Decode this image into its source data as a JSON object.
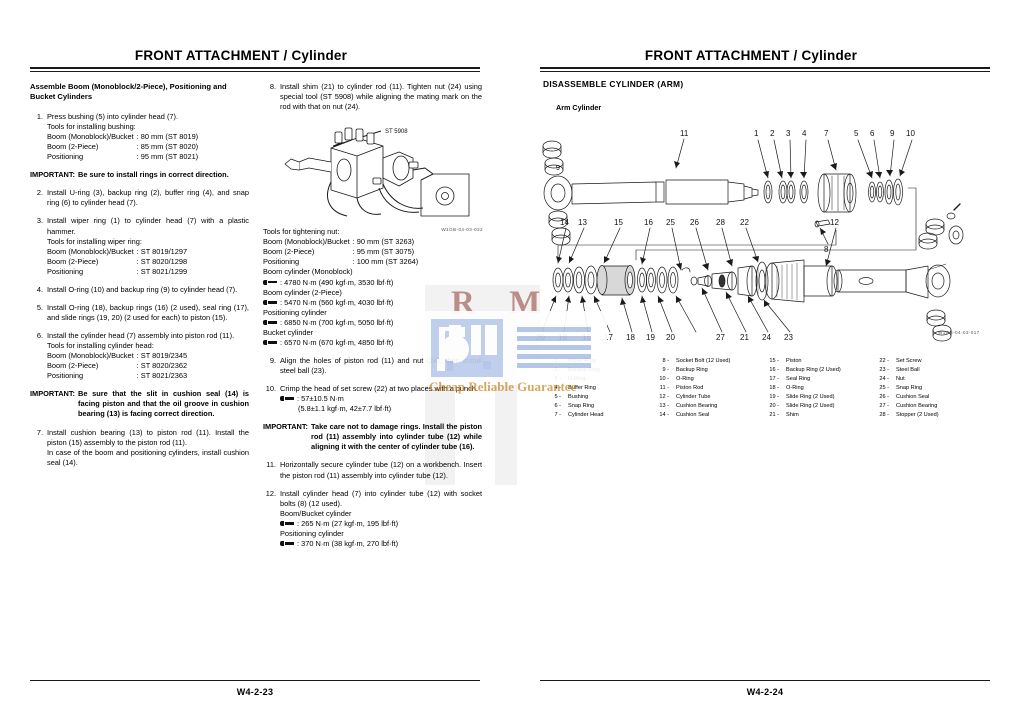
{
  "document": {
    "header_title_bold": "FRONT ATTACHMENT",
    "header_title_sep": " / ",
    "header_title_rest": "Cylinder"
  },
  "left_page": {
    "header": "FRONT ATTACHMENT / Cylinder",
    "page_number": "W4-2-23",
    "section_heading": "Assemble Boom (Monoblock/2-Piece), Positioning and Bucket Cylinders",
    "column1": {
      "step1": {
        "no": "1.",
        "text": "Press bushing (5) into cylinder head (7).",
        "tools_caption": "Tools for installing bushing:",
        "tools": [
          {
            "name": "Boom (Monoblock)/Bucket",
            "value": ": 80 mm (ST 8019)"
          },
          {
            "name": "Boom (2-Piece)",
            "value": ": 85 mm (ST 8020)"
          },
          {
            "name": "Positioning",
            "value": ": 95 mm (ST 8021)"
          }
        ]
      },
      "important1": {
        "label": "IMPORTANT:",
        "text": "Be sure to install rings in correct direction."
      },
      "step2": {
        "no": "2.",
        "text": "Install U-ring (3), backup ring (2), buffer ring (4), and snap ring (6) to cylinder head (7)."
      },
      "step3": {
        "no": "3.",
        "text": "Install wiper ring (1) to cylinder head (7) with a plastic hammer.",
        "tools_caption": "Tools for installing wiper ring:",
        "tools": [
          {
            "name": "Boom (Monoblock)/Bucket",
            "value": ": ST 8019/1297"
          },
          {
            "name": "Boom (2-Piece)",
            "value": ": ST 8020/1298"
          },
          {
            "name": "Positioning",
            "value": ": ST 8021/1299"
          }
        ]
      },
      "step4": {
        "no": "4.",
        "text": "Install O-ring (10) and backup ring (9) to cylinder head (7)."
      },
      "step5": {
        "no": "5.",
        "text": "Install O-ring (18), backup rings (16) (2 used), seal ring (17), and slide rings (19, 20) (2 used for each) to piston (15)."
      },
      "step6": {
        "no": "6.",
        "text": "Install the cylinder head (7) assembly into piston rod (11).",
        "tools_caption": "Tools for installing cylinder head:",
        "tools": [
          {
            "name": "Boom (Monoblock)/Bucket",
            "value": ": ST 8019/2345"
          },
          {
            "name": "Boom (2-Piece)",
            "value": ": ST 8020/2362"
          },
          {
            "name": "Positioning",
            "value": ": ST 8021/2363"
          }
        ]
      },
      "important2": {
        "label": "IMPORTANT:",
        "text": "Be sure that the slit in cushion seal (14) is facing piston and that the oil groove in cushion bearing (13) is facing correct direction."
      },
      "step7": {
        "no": "7.",
        "text": "Install cushion bearing (13) to piston rod (11). Install the piston (15) assembly to the piston rod (11).",
        "text2": "In case of the boom and positioning cylinders, install cushion seal (14)."
      }
    },
    "column2": {
      "step8": {
        "no": "8.",
        "text": "Install shim (21) to cylinder rod (11). Tighten nut (24) using special tool (ST 5908) while aligning the mating mark on the rod with that on nut (24).",
        "figure_callout": "ST 5908",
        "figure_code": "W1GB-04-03-022"
      },
      "tools_caption": "Tools for tightening nut:",
      "tools": [
        {
          "name": "Boom (Monoblock)/Bucket",
          "value": ": 90 mm (ST 3263)"
        },
        {
          "name": "Boom (2-Piece)",
          "value": ": 95 mm (ST 3075)"
        },
        {
          "name": "Positioning",
          "value": ": 100 mm (ST 3264)"
        }
      ],
      "torques": [
        {
          "caption": "Boom cylinder (Monoblock)",
          "value": ": 4780 N·m (490 kgf·m, 3530 lbf·ft)"
        },
        {
          "caption": "Boom cylinder (2-Piece)",
          "value": ": 5470 N·m (560 kgf·m, 4030 lbf·ft)"
        },
        {
          "caption": "Positioning cylinder",
          "value": ": 6850 N·m (700 kgf·m, 5050 lbf·ft)"
        },
        {
          "caption": "Bucket cylinder",
          "value": ": 6570 N·m (670 kgf·m, 4850 lbf·ft)"
        }
      ],
      "step9": {
        "no": "9.",
        "text": "Align the holes of piston rod (11) and nut (24), then install steel ball (23)."
      },
      "step10": {
        "no": "10.",
        "text": "Crimp the head of set screw (22) at two places with a punch.",
        "torque_line1": ": 57±10.5 N·m",
        "torque_line2": "(5.8±1.1 kgf·m, 42±7.7 lbf·ft)"
      },
      "important3": {
        "label": "IMPORTANT:",
        "text": "Take care not to damage rings. Install the piston rod (11) assembly into cylinder tube (12) while aligning it with the center of cylinder tube (16)."
      },
      "step11": {
        "no": "11.",
        "text": "Horizontally secure cylinder tube (12) on a workbench. Insert the piston rod (11) assembly into cylinder tube (12)."
      },
      "step12": {
        "no": "12.",
        "text": "Install cylinder head (7) into cylinder tube (12) with socket bolts (8) (12 used).",
        "sub1_caption": "Boom/Bucket cylinder",
        "sub1_value": ": 265 N·m (27 kgf·m, 195 lbf·ft)",
        "sub2_caption": "Positioning cylinder",
        "sub2_value": ": 370 N·m (38 kgf·m, 270 lbf·ft)"
      }
    }
  },
  "right_page": {
    "header": "FRONT ATTACHMENT / Cylinder",
    "page_number": "W4-2-24",
    "section_heading": "DISASSEMBLE CYLINDER (ARM)",
    "sub_heading": "Arm Cylinder",
    "figure_code": "W1GB-04-03-017",
    "callouts_top": [
      "11",
      "1",
      "2",
      "3",
      "4",
      "7",
      "5",
      "6",
      "9",
      "10",
      "8"
    ],
    "callouts_bottom": [
      "14",
      "13",
      "15",
      "16",
      "25",
      "26",
      "28",
      "22",
      "12",
      "20",
      "19",
      "16",
      "17",
      "18",
      "19",
      "20",
      "27",
      "21",
      "24",
      "23"
    ],
    "legend": [
      {
        "num": "1 -",
        "name": "Wiper Ring"
      },
      {
        "num": "2 -",
        "name": "Backup Ring"
      },
      {
        "num": "3 -",
        "name": "U-Ring"
      },
      {
        "num": "4 -",
        "name": "Buffer Ring"
      },
      {
        "num": "5 -",
        "name": "Bushing"
      },
      {
        "num": "6 -",
        "name": "Snap Ring"
      },
      {
        "num": "7 -",
        "name": "Cylinder Head"
      },
      {
        "num": "8 -",
        "name": "Socket Bolt (12 Used)"
      },
      {
        "num": "9 -",
        "name": "Backup Ring"
      },
      {
        "num": "10 -",
        "name": "O-Ring"
      },
      {
        "num": "11 -",
        "name": "Piston Rod"
      },
      {
        "num": "12 -",
        "name": "Cylinder Tube"
      },
      {
        "num": "13 -",
        "name": "Cushion Bearing"
      },
      {
        "num": "14 -",
        "name": "Cushion Seal"
      },
      {
        "num": "15 -",
        "name": "Piston"
      },
      {
        "num": "16 -",
        "name": "Backup Ring (2 Used)"
      },
      {
        "num": "17 -",
        "name": "Seal Ring"
      },
      {
        "num": "18 -",
        "name": "O-Ring"
      },
      {
        "num": "19 -",
        "name": "Slide Ring (2 Used)"
      },
      {
        "num": "20 -",
        "name": "Slide Ring (2 Used)"
      },
      {
        "num": "21 -",
        "name": "Shim"
      },
      {
        "num": "22 -",
        "name": "Set Screw"
      },
      {
        "num": "23 -",
        "name": "Steel Ball"
      },
      {
        "num": "24 -",
        "name": "Nut"
      },
      {
        "num": "25 -",
        "name": "Snap Ring"
      },
      {
        "num": "26 -",
        "name": "Cushion Seal"
      },
      {
        "num": "27 -",
        "name": "Cushion Bearing"
      },
      {
        "num": "28 -",
        "name": "Stopper (2 Used)"
      }
    ]
  },
  "watermark": {
    "letters": "R M",
    "tagline": "Cheap Reliable Guarantee",
    "letters_color": "#8d3b33",
    "tagline_color": "#c98b2e",
    "icon_color": "#aec3e8"
  }
}
